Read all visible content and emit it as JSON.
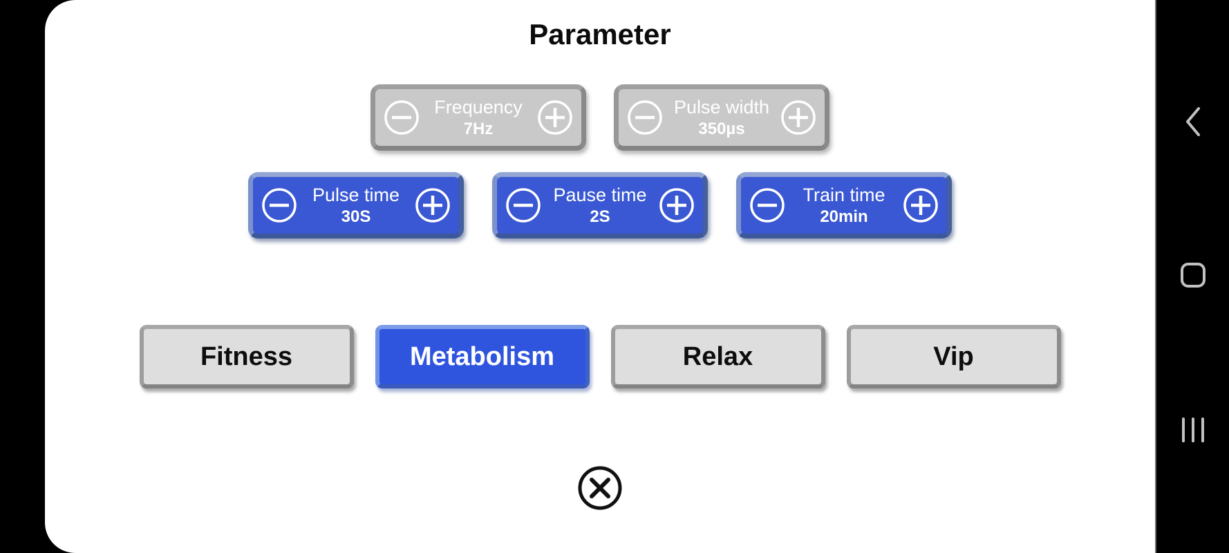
{
  "title": "Parameter",
  "steppers": {
    "row1": [
      {
        "label": "Frequency",
        "value": "7Hz",
        "enabled": false
      },
      {
        "label": "Pulse width",
        "value": "350µs",
        "enabled": false
      }
    ],
    "row2": [
      {
        "label": "Pulse time",
        "value": "30S",
        "enabled": true
      },
      {
        "label": "Pause time",
        "value": "2S",
        "enabled": true
      },
      {
        "label": "Train time",
        "value": "20min",
        "enabled": true
      }
    ]
  },
  "modes": [
    {
      "label": "Fitness",
      "selected": false
    },
    {
      "label": "Metabolism",
      "selected": true
    },
    {
      "label": "Relax",
      "selected": false
    },
    {
      "label": "Vip",
      "selected": false
    }
  ],
  "icons": {
    "stepper_decrease": "minus-icon",
    "stepper_increase": "plus-icon",
    "close": "close-icon",
    "nav_back": "back-icon",
    "nav_home": "home-icon",
    "nav_recents": "recents-icon"
  },
  "colors": {
    "accent_blue": "#3a58d3",
    "accent_blue_bright": "#2f55df",
    "disabled_gray": "#c9c9c9",
    "mode_gray": "#dedede",
    "nav_icon": "#c2c2c2"
  }
}
